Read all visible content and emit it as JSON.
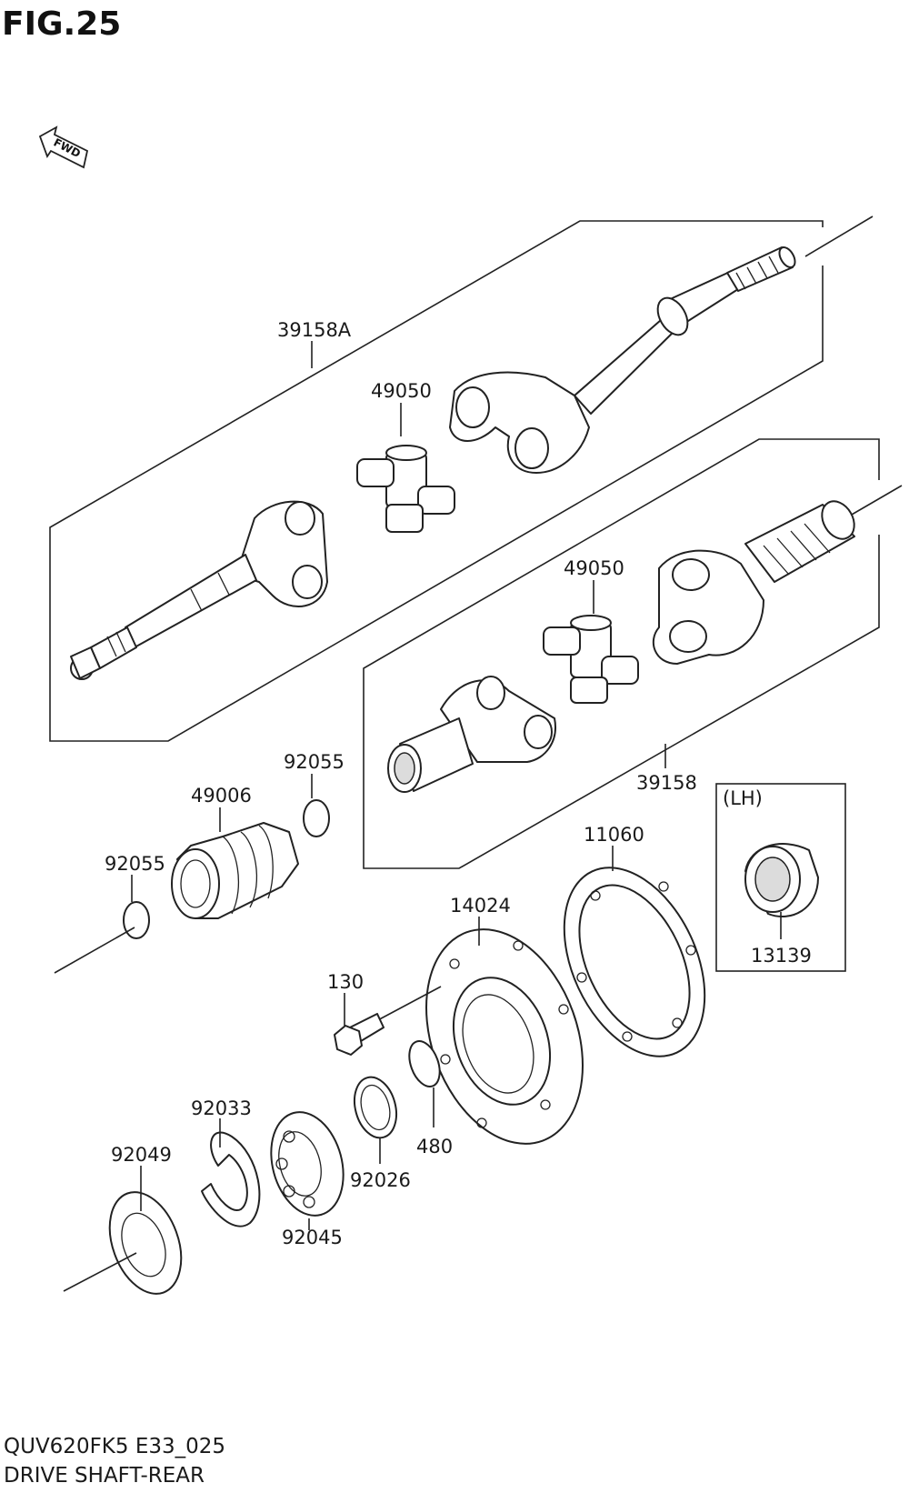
{
  "figure": {
    "title": "FIG.25",
    "direction_label": "FWD",
    "model_code": "QUV620FK5 E33_025",
    "section_name": "DRIVE SHAFT-REAR"
  },
  "parts": [
    {
      "ref": "39158A"
    },
    {
      "ref": "49050"
    },
    {
      "ref": "49050"
    },
    {
      "ref": "39158"
    },
    {
      "ref": "92055"
    },
    {
      "ref": "49006"
    },
    {
      "ref": "92055"
    },
    {
      "ref": "11060"
    },
    {
      "ref": "14024"
    },
    {
      "ref": "130"
    },
    {
      "ref": "480"
    },
    {
      "ref": "92026"
    },
    {
      "ref": "92033"
    },
    {
      "ref": "92049"
    },
    {
      "ref": "92045"
    },
    {
      "ref": "13139"
    }
  ],
  "inset": {
    "label": "(LH)"
  }
}
